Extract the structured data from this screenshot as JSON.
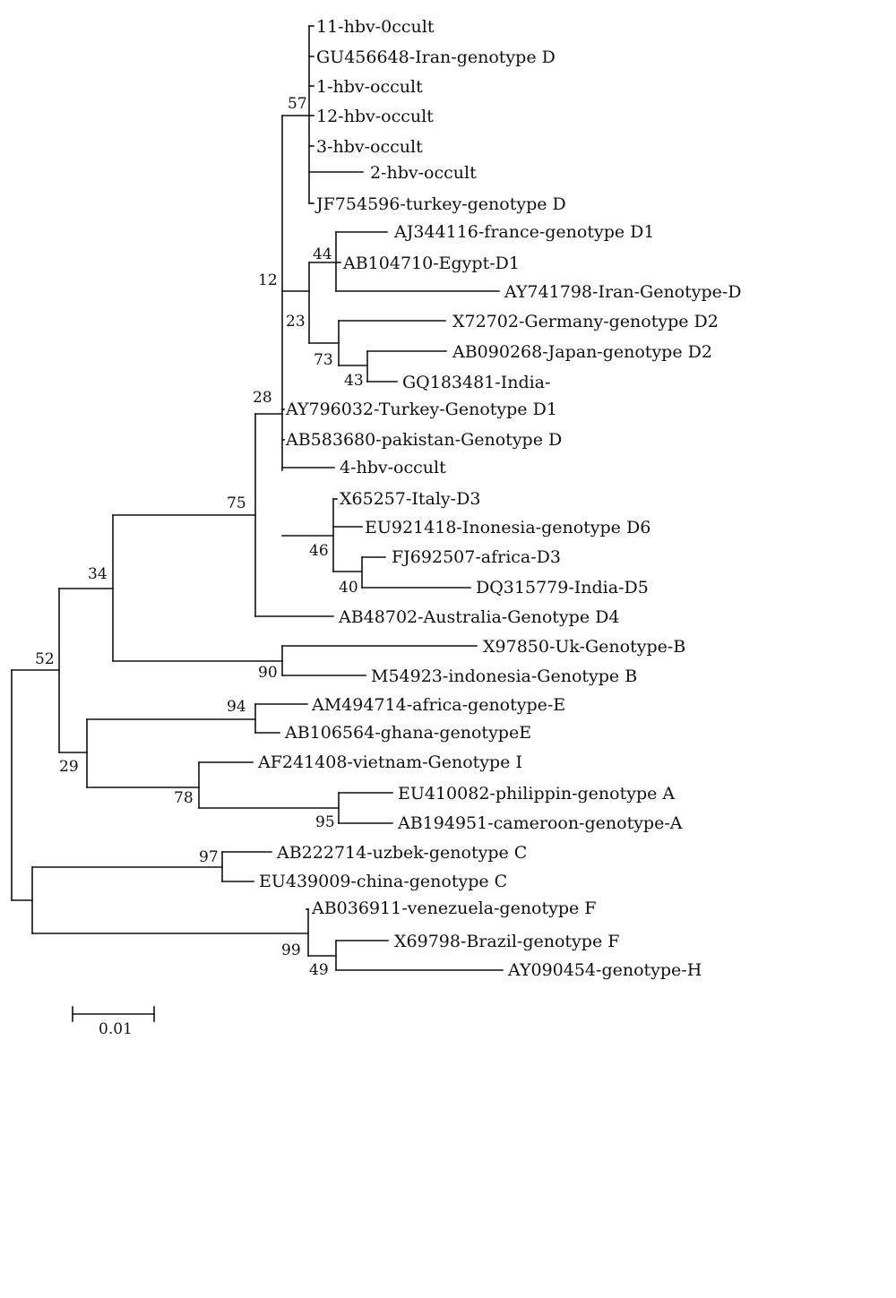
{
  "tree": {
    "leaves": [
      "11-hbv-0ccult",
      "GU456648-Iran-genotype D",
      "1-hbv-occult",
      "12-hbv-occult",
      "3-hbv-occult",
      "2-hbv-occult",
      "JF754596-turkey-genotype D",
      "AJ344116-france-genotype D1",
      "AB104710-Egypt-D1",
      "AY741798-Iran-Genotype-D",
      "X72702-Germany-genotype D2",
      "AB090268-Japan-genotype D2",
      "GQ183481-India-",
      "AY796032-Turkey-Genotype D1",
      "AB583680-pakistan-Genotype D",
      "4-hbv-occult",
      "X65257-Italy-D3",
      "EU921418-Inonesia-genotype D6",
      "FJ692507-africa-D3",
      "DQ315779-India-D5",
      "AB48702-Australia-Genotype D4",
      "X97850-Uk-Genotype-B",
      "M54923-indonesia-Genotype B",
      "AM494714-africa-genotype-E",
      "AB106564-ghana-genotypeE",
      "AF241408-vietnam-Genotype I",
      "EU410082-philippin-genotype A",
      "AB194951-cameroon-genotype-A",
      "AB222714-uzbek-genotype C",
      "EU439009-china-genotype C",
      "AB036911-venezuela-genotype F",
      "X69798-Brazil-genotype F",
      "AY090454-genotype-H"
    ],
    "bootstrap": [
      "57",
      "44",
      "12",
      "23",
      "73",
      "43",
      "28",
      "75",
      "46",
      "40",
      "34",
      "90",
      "52",
      "94",
      "29",
      "78",
      "95",
      "97",
      "99",
      "49"
    ],
    "scale_bar": "0.01"
  }
}
